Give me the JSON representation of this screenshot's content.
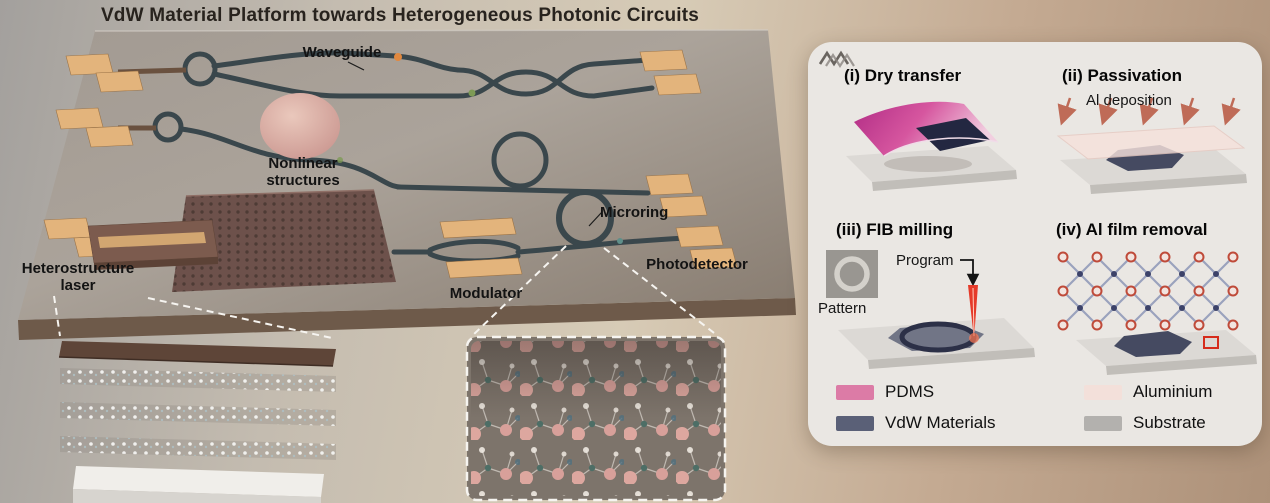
{
  "title": "VdW Material Platform towards Heterogeneous Photonic Circuits",
  "chip": {
    "labels": {
      "waveguide": "Waveguide",
      "nonlinear_structures": "Nonlinear structures",
      "heterostructure_laser": "Heterostructure laser",
      "modulator": "Modulator",
      "microring": "Microring",
      "photodetector": "Photodetector"
    }
  },
  "process_panel": {
    "steps": [
      {
        "label": "(i) Dry transfer"
      },
      {
        "label": "(ii) Passivation",
        "sublabel": "Al deposition"
      },
      {
        "label": "(iii) FIB milling",
        "program_label": "Program",
        "pattern_label": "Pattern"
      },
      {
        "label": "(iv) Al film removal"
      }
    ],
    "legend": [
      {
        "name": "PDMS",
        "color": "#dc7ba6"
      },
      {
        "name": "Aluminium",
        "color": "#f3e0da"
      },
      {
        "name": "VdW Materials",
        "color": "#5a6077"
      },
      {
        "name": "Substrate",
        "color": "#b3b1ae"
      }
    ]
  }
}
